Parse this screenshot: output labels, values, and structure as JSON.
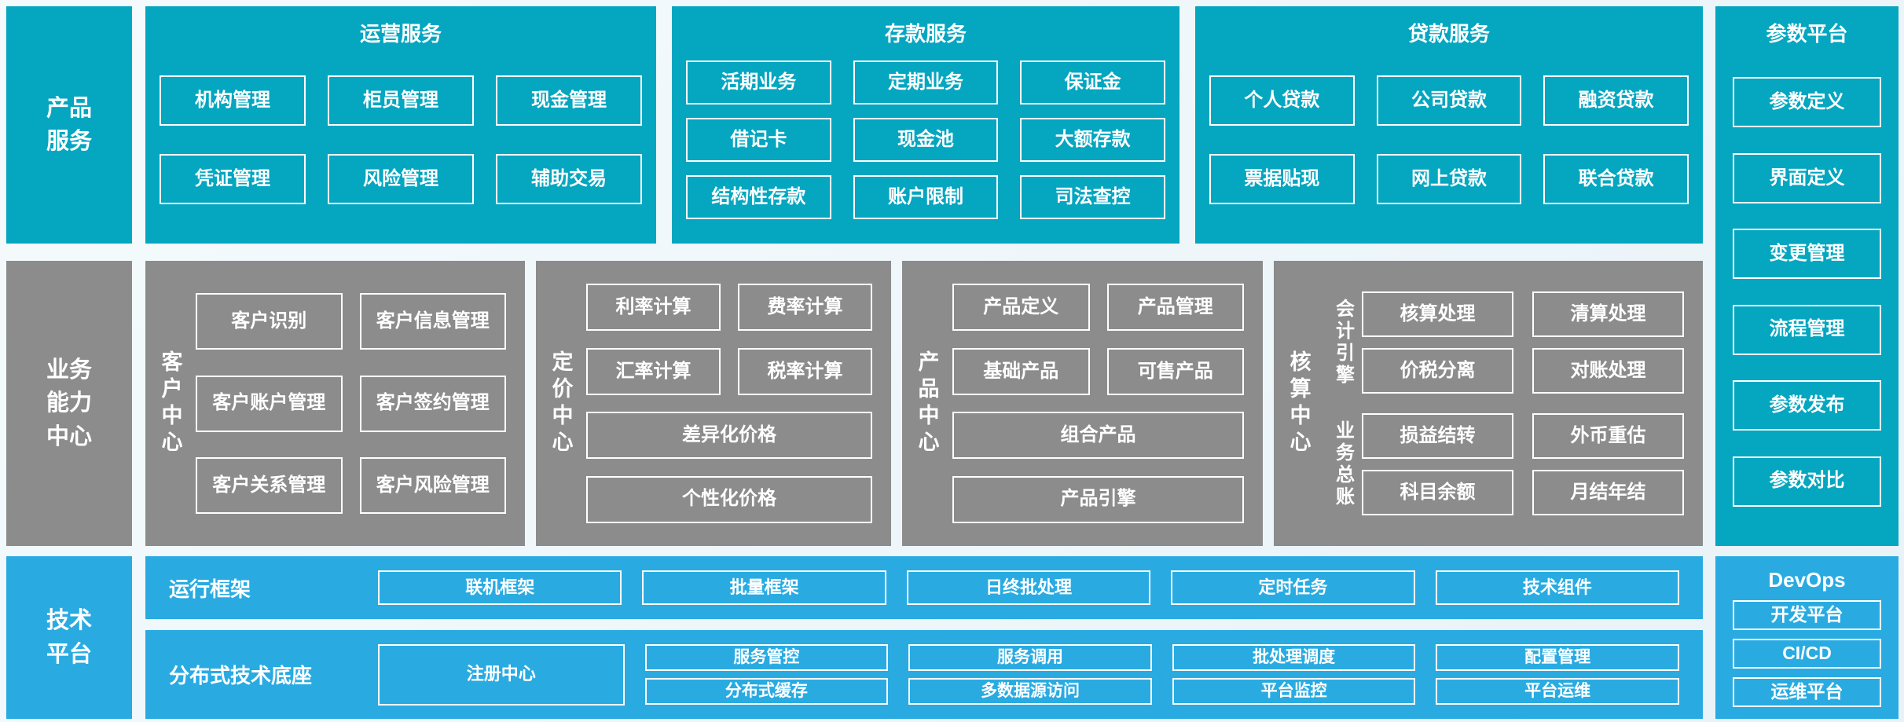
{
  "palette": {
    "teal": "#04a6c0",
    "light_blue": "#29abe2",
    "gray": "#8c8c8c",
    "box_border": "#ffffff",
    "text": "#ffffff",
    "background": "#edf5f9"
  },
  "left": {
    "product_services": [
      "产品",
      "服务"
    ],
    "business_center": [
      "业务",
      "能力",
      "中心"
    ],
    "tech_platform": [
      "技术",
      "平台"
    ]
  },
  "operation": {
    "title": "运营服务",
    "items": [
      "机构管理",
      "柜员管理",
      "现金管理",
      "凭证管理",
      "风险管理",
      "辅助交易"
    ]
  },
  "deposit": {
    "title": "存款服务",
    "items": [
      "活期业务",
      "定期业务",
      "保证金",
      "借记卡",
      "现金池",
      "大额存款",
      "结构性存款",
      "账户限制",
      "司法查控"
    ]
  },
  "loan": {
    "title": "贷款服务",
    "items": [
      "个人贷款",
      "公司贷款",
      "融资贷款",
      "票据贴现",
      "网上贷款",
      "联合贷款"
    ]
  },
  "param_platform": {
    "title": "参数平台",
    "items": [
      "参数定义",
      "界面定义",
      "变更管理",
      "流程管理",
      "参数发布",
      "参数对比"
    ]
  },
  "customer": {
    "label": "客户中心",
    "items": [
      "客户识别",
      "客户信息管理",
      "客户账户管理",
      "客户签约管理",
      "客户关系管理",
      "客户风险管理"
    ]
  },
  "pricing": {
    "label": "定价中心",
    "items": [
      "利率计算",
      "费率计算",
      "汇率计算",
      "税率计算"
    ],
    "wide": [
      "差异化价格",
      "个性化价格"
    ]
  },
  "product_center": {
    "label": "产品中心",
    "items": [
      "产品定义",
      "产品管理",
      "基础产品",
      "可售产品"
    ],
    "wide": [
      "组合产品",
      "产品引擎"
    ]
  },
  "accounting": {
    "label": "核算中心",
    "groups": [
      {
        "label": "会计引擎",
        "items": [
          "核算处理",
          "清算处理",
          "价税分离",
          "对账处理"
        ]
      },
      {
        "label": "业务总账",
        "items": [
          "损益结转",
          "外币重估",
          "科目余额",
          "月结年结"
        ]
      }
    ]
  },
  "runtime": {
    "label": "运行框架",
    "items": [
      "联机框架",
      "批量框架",
      "日终批处理",
      "定时任务",
      "技术组件"
    ]
  },
  "distributed": {
    "label": "分布式技术底座",
    "registry": "注册中心",
    "cols": [
      [
        "服务管控",
        "分布式缓存"
      ],
      [
        "服务调用",
        "多数据源访问"
      ],
      [
        "批处理调度",
        "平台监控"
      ],
      [
        "配置管理",
        "平台运维"
      ]
    ]
  },
  "devops": {
    "title": "DevOps",
    "items": [
      "开发平台",
      "CI/CD",
      "运维平台"
    ]
  }
}
